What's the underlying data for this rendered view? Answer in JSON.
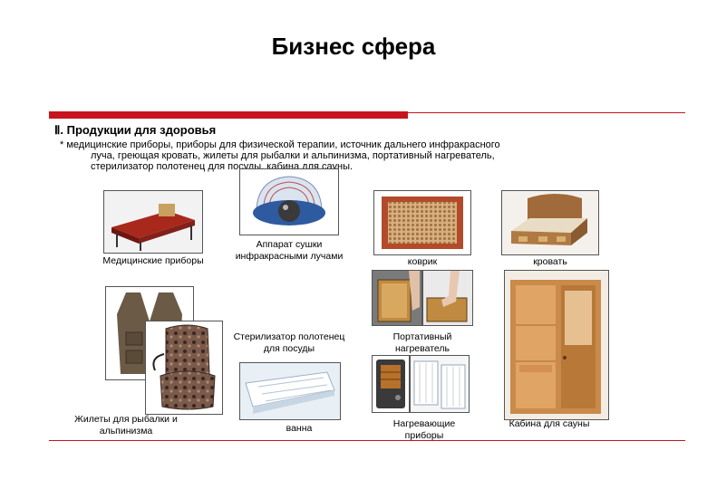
{
  "slide": {
    "title": "Бизнес сфера",
    "heading": "Ⅱ. Продукции для здоровья",
    "description": {
      "line1": "* медицинские приборы, приборы для физической терапии, источник дальнего инфракрасного",
      "line2": "луча, греющая кровать, жилеты для рыбалки и альпинизма, портативный нагреватель,",
      "line3": "стерилизатор полотенец для посуды, кабина для сауны."
    }
  },
  "captions": {
    "medical": "Медицинские приборы",
    "dryer": "Аппарат сушки инфракрасными лучами",
    "mat": "коврик",
    "bed": "кровать",
    "sterilizer": "Стерилизатор полотенец для посуды",
    "heater_portable": "Портативный нагреватель",
    "vests": "Жилеты для рыбалки и альпинизма",
    "bath": "ванна",
    "heaters": "Нагревающие приборы",
    "sauna": "Кабина для сауны"
  },
  "colors": {
    "accent_red": "#c8141e"
  }
}
